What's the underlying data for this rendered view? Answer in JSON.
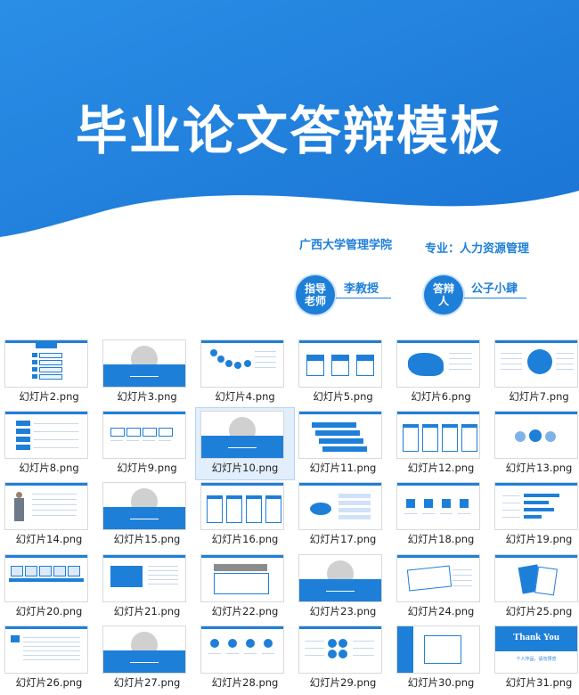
{
  "cover": {
    "title": "毕业论文答辩模板",
    "school": "广西大学管理学院",
    "major": "专业：人力资源管理",
    "advisor_badge": "指导老师",
    "advisor_name": "李教授",
    "defender_badge": "答辩人",
    "defender_name": "公子小肆",
    "accent_color": "#1e7fd9"
  },
  "thumbnails": [
    {
      "label": "幻灯片2.png",
      "style": "toc"
    },
    {
      "label": "幻灯片3.png",
      "style": "pie"
    },
    {
      "label": "幻灯片4.png",
      "style": "dots"
    },
    {
      "label": "幻灯片5.png",
      "style": "boxes3"
    },
    {
      "label": "幻灯片6.png",
      "style": "map"
    },
    {
      "label": "幻灯片7.png",
      "style": "globe"
    },
    {
      "label": "幻灯片8.png",
      "style": "list"
    },
    {
      "label": "幻灯片9.png",
      "style": "flow"
    },
    {
      "label": "幻灯片10.png",
      "style": "pie",
      "selected": true
    },
    {
      "label": "幻灯片11.png",
      "style": "stairs"
    },
    {
      "label": "幻灯片12.png",
      "style": "cards4"
    },
    {
      "label": "幻灯片13.png",
      "style": "circles"
    },
    {
      "label": "幻灯片14.png",
      "style": "person"
    },
    {
      "label": "幻灯片15.png",
      "style": "pie"
    },
    {
      "label": "幻灯片16.png",
      "style": "cards4"
    },
    {
      "label": "幻灯片17.png",
      "style": "oval"
    },
    {
      "label": "幻灯片18.png",
      "style": "pins"
    },
    {
      "label": "幻灯片19.png",
      "style": "bars"
    },
    {
      "label": "幻灯片20.png",
      "style": "timeline"
    },
    {
      "label": "幻灯片21.png",
      "style": "panel"
    },
    {
      "label": "幻灯片22.png",
      "style": "textbox"
    },
    {
      "label": "幻灯片23.png",
      "style": "pie"
    },
    {
      "label": "幻灯片24.png",
      "style": "note"
    },
    {
      "label": "幻灯片25.png",
      "style": "book"
    },
    {
      "label": "幻灯片26.png",
      "style": "text"
    },
    {
      "label": "幻灯片27.png",
      "style": "pie"
    },
    {
      "label": "幻灯片28.png",
      "style": "icons"
    },
    {
      "label": "幻灯片29.png",
      "style": "quad"
    },
    {
      "label": "幻灯片30.png",
      "style": "frame"
    },
    {
      "label": "幻灯片31.png",
      "style": "thanks",
      "text": "Thank You",
      "subtext": "个人作品，请勿预览"
    }
  ]
}
